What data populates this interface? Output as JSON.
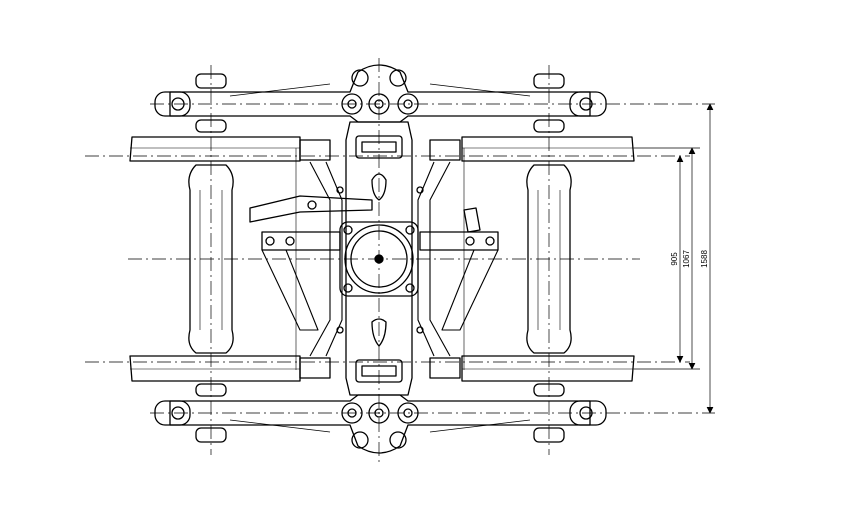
{
  "dimensions": {
    "inner_gauge": "905",
    "track_gauge": "1067",
    "frame_width": "1588"
  },
  "colors": {
    "line": "#000000",
    "background": "#ffffff"
  }
}
